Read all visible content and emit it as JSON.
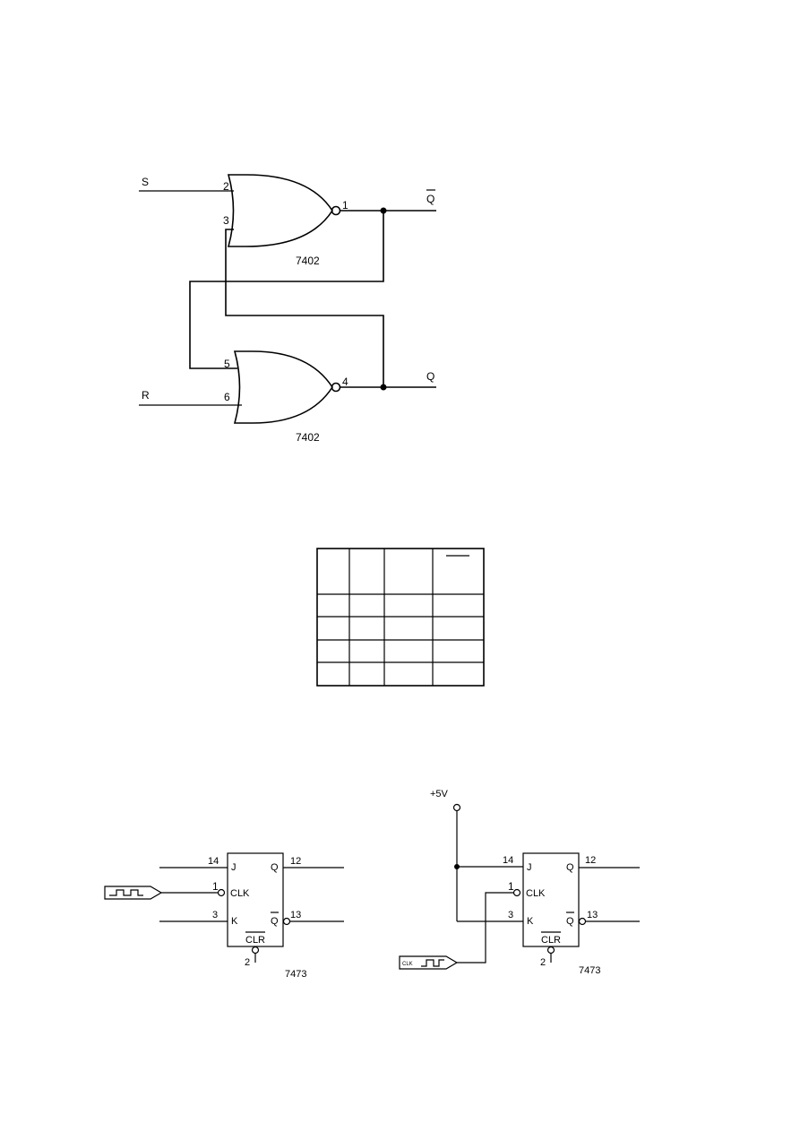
{
  "sr_latch": {
    "inputs": {
      "s": "S",
      "r": "R"
    },
    "outputs": {
      "q_bar": "Q",
      "q": "Q"
    },
    "gates": [
      {
        "name": "upper-nor",
        "part": "7402",
        "pins": {
          "in_a": "2",
          "in_b": "3",
          "out": "1"
        }
      },
      {
        "name": "lower-nor",
        "part": "7402",
        "pins": {
          "in_a": "5",
          "in_b": "6",
          "out": "4"
        }
      }
    ]
  },
  "truth_table": {
    "header": [
      "",
      "",
      "",
      ""
    ],
    "rows": [
      [
        "",
        "",
        "",
        ""
      ],
      [
        "",
        "",
        "",
        ""
      ],
      [
        "",
        "",
        "",
        ""
      ],
      [
        "",
        "",
        "",
        ""
      ]
    ]
  },
  "flipflops": [
    {
      "name": "jk-left",
      "part": "7473",
      "pins": {
        "j": "14",
        "clk": "1",
        "k": "3",
        "q": "12",
        "q_bar": "13",
        "clr": "2"
      },
      "labels": {
        "j": "J",
        "clk": "CLK",
        "k": "K",
        "q": "Q",
        "q_bar": "Q",
        "clr": "CLR"
      }
    },
    {
      "name": "jk-right",
      "part": "7473",
      "supply": "+5V",
      "clock_label": "CLK",
      "pins": {
        "j": "14",
        "clk": "1",
        "k": "3",
        "q": "12",
        "q_bar": "13",
        "clr": "2"
      },
      "labels": {
        "j": "J",
        "clk": "CLK",
        "k": "K",
        "q": "Q",
        "q_bar": "Q",
        "clr": "CLR"
      }
    }
  ]
}
